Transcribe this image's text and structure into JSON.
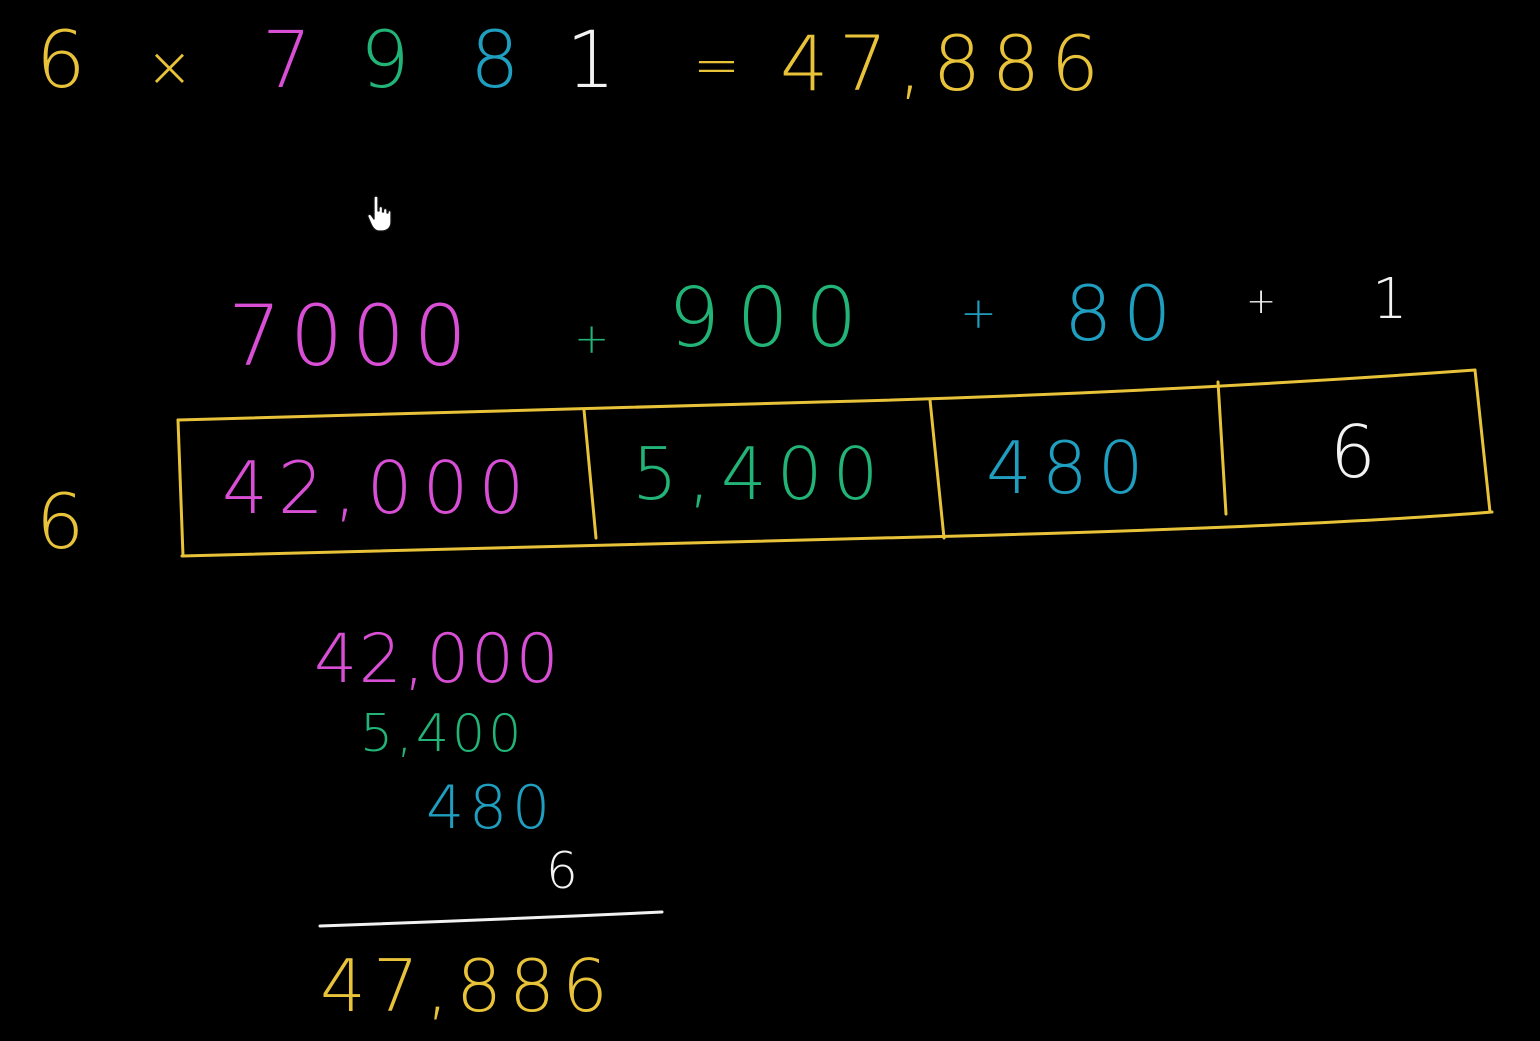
{
  "equation": {
    "multiplier": "6",
    "times_sign": "×",
    "digit_thousands": "7",
    "digit_hundreds": "9",
    "digit_tens": "8",
    "digit_ones": "1",
    "equals_sign": "=",
    "result": "47,886"
  },
  "expanded_form": {
    "thousands": "7000",
    "plus_1": "+",
    "hundreds": "900",
    "plus_2": "+",
    "tens": "80",
    "plus_3": "+",
    "ones": "1"
  },
  "area_model": {
    "side_label": "6",
    "cells": [
      "42,000",
      "5,400",
      "480",
      "6"
    ]
  },
  "column_addition": {
    "addends": [
      "42,000",
      "5,400",
      "480",
      "6"
    ],
    "sum": "47,886"
  },
  "colors": {
    "background": "#000000",
    "yellow": "#e8c33a",
    "magenta": "#d84fd6",
    "green": "#22b377",
    "teal": "#1f9ec0",
    "white": "#f2f2f2"
  },
  "cursor_icon": "hand-pointer-icon"
}
